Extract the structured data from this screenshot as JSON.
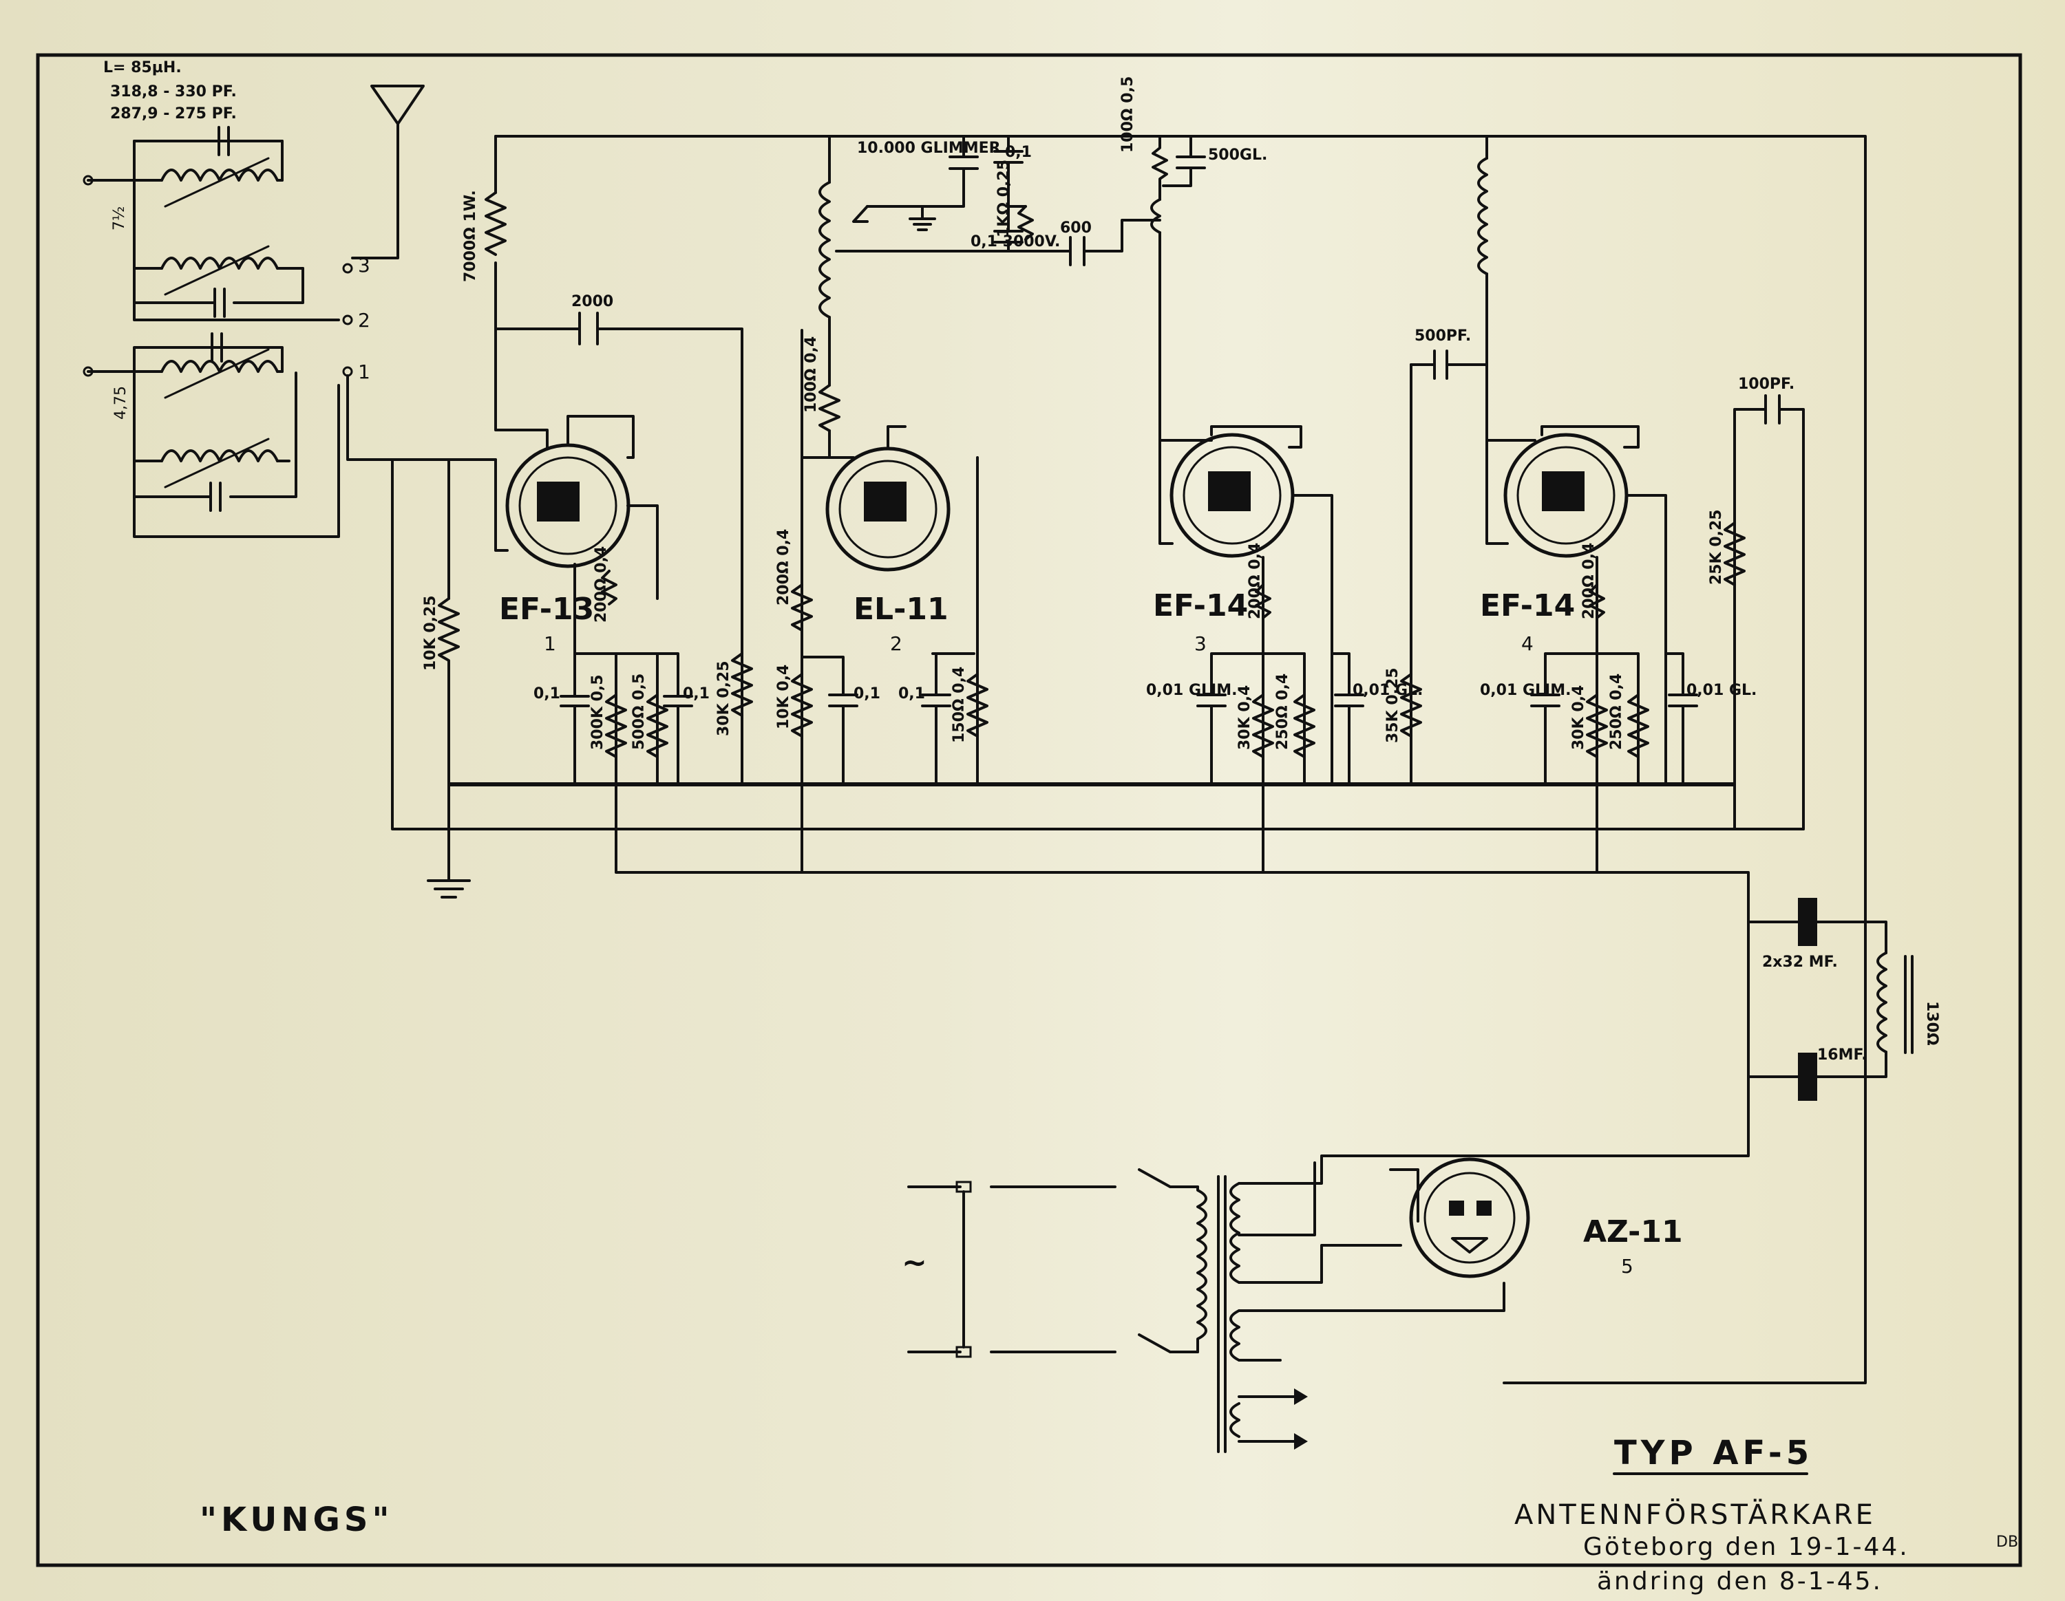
{
  "coil_specs": {
    "inductance": "L= 85µH.",
    "range_a": "318,8 - 330 PF.",
    "range_b": "287,9 - 275 PF."
  },
  "coil_taps": {
    "tap_upper": "7½",
    "tap_lower": "4,75"
  },
  "switch_positions": [
    "3",
    "2",
    "1"
  ],
  "tubes": [
    {
      "type": "EF-13",
      "index": "1"
    },
    {
      "type": "EL-11",
      "index": "2"
    },
    {
      "type": "EF-14",
      "index": "3"
    },
    {
      "type": "EF-14",
      "index": "4"
    },
    {
      "type": "AZ-11",
      "index": "5"
    }
  ],
  "components": {
    "r_7000": "7000Ω 1W.",
    "c_2000": "2000",
    "r_10k": "10K 0,25",
    "c1_a": "0,1",
    "r_300k": "300K 0,5",
    "r_500": "500Ω 0,5",
    "c1_b": "0,1",
    "r_30k": "30K 0,25",
    "r_200_t1": "200Ω 0,4",
    "c_10000": "10.000 GLIMMER",
    "c_01_top": "0,1",
    "r_1k": "1KΩ 0,25",
    "c_01_3000": "0,1 3000V.",
    "c_600": "600",
    "r_100": "100Ω 0,4",
    "r_200_t2": "200Ω 0,4",
    "r_10k_t2": "10K 0,4",
    "c2_a": "0,1",
    "c2_b": "0,1",
    "r_150": "150Ω 0,4",
    "r_100_05": "100Ω 0,5",
    "c_500gl": "500GL.",
    "c_500pf": "500PF.",
    "c_100pf": "100PF.",
    "r_25k": "25K 0,25",
    "t3_r200": "200Ω 0,4",
    "t3_c001a": "0,01 GLIM.",
    "t3_r30k": "30K 0,4",
    "t3_r250": "250Ω 0,4",
    "t3_c001b": "0,01 GL.",
    "r_35k": "35K 0,25",
    "t4_r200": "200Ω 0,4",
    "t4_c001a": "0,01 GLIM.",
    "t4_r30k": "30K 0,4",
    "t4_r250": "250Ω 0,4",
    "t4_c001b": "0,01 GL.",
    "c_2x32": "2x32 MF.",
    "c_16": "16MF.",
    "choke_130": "130Ω",
    "ac_symbol": "~"
  },
  "title_block": {
    "type": "TYP AF-5",
    "name": "ANTENNFÖRSTÄRKARE",
    "date1": "Göteborg den 19-1-44.",
    "initials": "DB",
    "date2": "ändring den 8-1-45."
  },
  "brand": "\"KUNGS\""
}
